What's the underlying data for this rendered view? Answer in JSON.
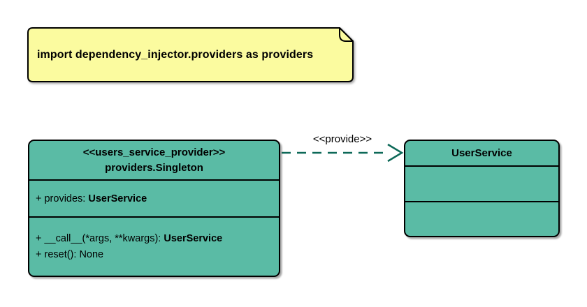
{
  "diagram": {
    "note": {
      "text": "import dependency_injector.providers as providers"
    },
    "provider_class": {
      "stereotype": "<<users_service_provider>>",
      "name": "providers.Singleton",
      "attributes": [
        {
          "text": "+ provides: ",
          "type": "UserService"
        }
      ],
      "methods": [
        {
          "text": "+ __call__(*args, **kwargs): ",
          "type": "UserService"
        },
        {
          "text": "+ reset(): None",
          "type": ""
        }
      ]
    },
    "service_class": {
      "title": "UserService"
    },
    "edge": {
      "stereotype": "<<provide>>",
      "style": "dashed-open-arrow"
    },
    "colors": {
      "class_fill": "#5ABBA5",
      "note_fill": "#FBFB9F",
      "edge_color": "#0D6958",
      "border_color": "#000000",
      "text_color": "#000000",
      "background": "#FFFFFF"
    }
  }
}
